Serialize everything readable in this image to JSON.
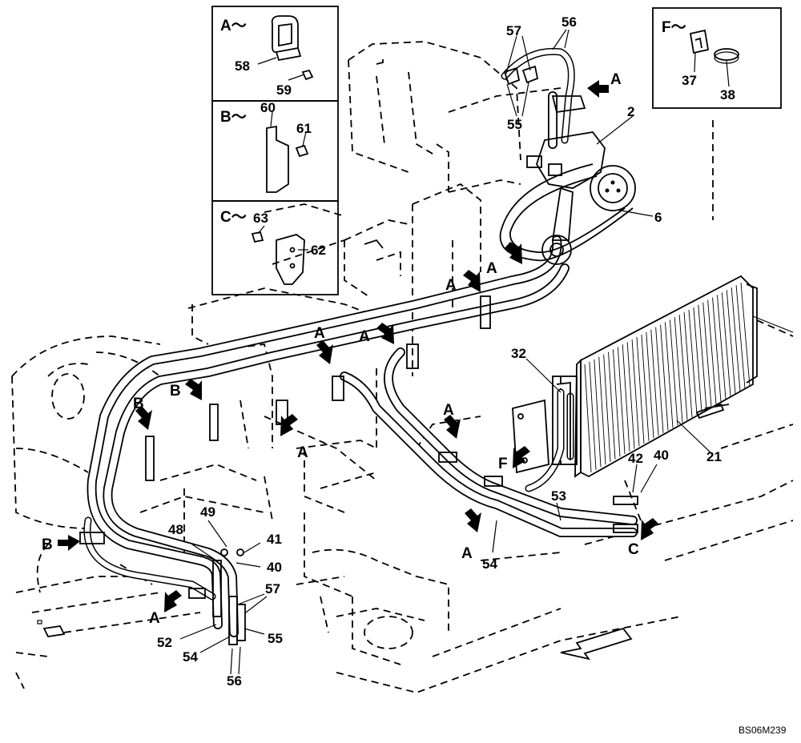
{
  "figure_code": "BS06M239",
  "inset_A": {
    "header": "A～",
    "parts": [
      "58",
      "59"
    ]
  },
  "inset_B": {
    "header": "B～",
    "parts": [
      "60",
      "61"
    ]
  },
  "inset_C": {
    "header": "C～",
    "parts": [
      "63",
      "62"
    ]
  },
  "inset_F": {
    "header": "F～",
    "parts": [
      "37",
      "38"
    ]
  },
  "part_labels": {
    "p57_top": "57",
    "p56_top": "56",
    "p55_top": "55",
    "p2": "2",
    "p6": "6",
    "p32": "32",
    "p21": "21",
    "p42": "42",
    "p40_right": "40",
    "p53": "53",
    "p54_mid": "54",
    "p49": "49",
    "p48": "48",
    "p41": "41",
    "p40_left": "40",
    "p57_bottom": "57",
    "p55_bottom": "55",
    "p52": "52",
    "p54_bottom": "54",
    "p56_bottom": "56"
  },
  "view_markers": {
    "a_top": "A",
    "a_pump": "A",
    "a_left_mid": "A",
    "a_left": "A",
    "a_centre": "A",
    "a_under": "A",
    "a_right_mid": "A",
    "a_bottom_right": "A",
    "a_bottom_left": "A",
    "b_upper": "B",
    "b_mid": "B",
    "b_lower": "B",
    "c_marker": "C",
    "f_marker": "F"
  }
}
